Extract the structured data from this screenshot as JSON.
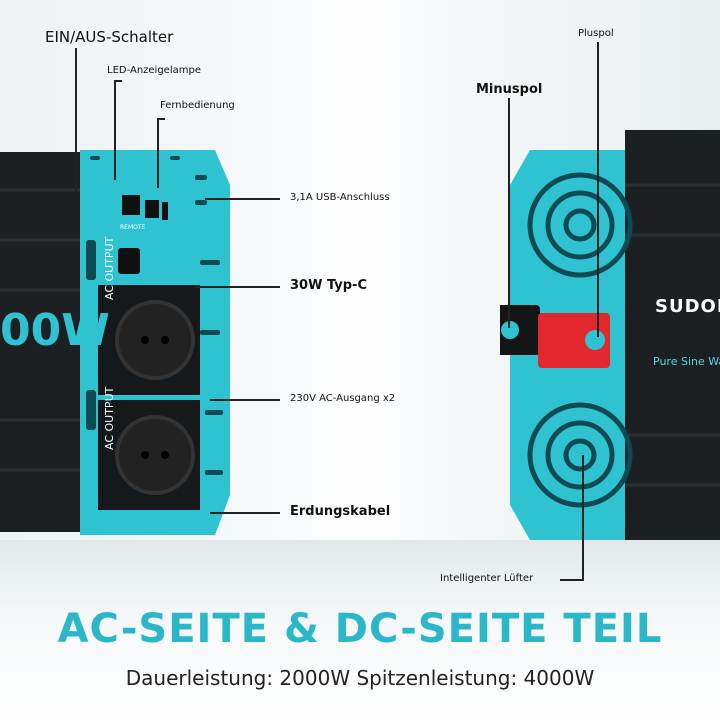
{
  "labels": {
    "switch": "EIN/AUS-Schalter",
    "led": "LED-Anzeigelampe",
    "remote": "Fernbedienung",
    "usb": "3,1A USB-Anschluss",
    "typec": "30W Typ-C",
    "ac_out": "230V AC-Ausgang x2",
    "ground": "Erdungskabel",
    "minus": "Minuspol",
    "plus": "Pluspol",
    "fan": "Intelligenter Lüfter"
  },
  "device": {
    "brand": "SUDOKE",
    "wattage_partial": "00W",
    "tagline": "Pure Sine Wave",
    "ac_output_label": "AC OUTPUT",
    "remote_port": "REMOTE"
  },
  "footer": {
    "title": "AC-SEITE & DC-SEITE TEIL",
    "specs": "Dauerleistung: 2000W Spitzenleistung: 4000W"
  },
  "colors": {
    "accent": "#2bb7c7",
    "panel": "#2fc3d2",
    "body": "#1d2022",
    "red_terminal": "#e0282e"
  }
}
